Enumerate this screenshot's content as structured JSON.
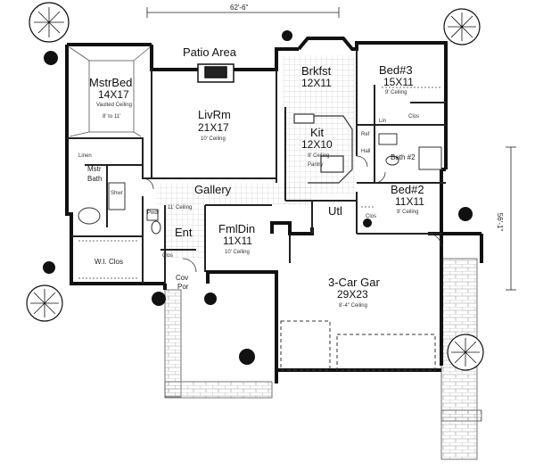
{
  "overall": {
    "width": "62'-6\"",
    "depth": "56'-1\""
  },
  "rooms": {
    "patio": {
      "name": "Patio Area"
    },
    "mstrbed": {
      "name": "MstrBed",
      "dims": "14X17",
      "note1": "Vaulted Ceiling",
      "note2": "8' to 11'"
    },
    "livrm": {
      "name": "LivRm",
      "dims": "21X17",
      "note": "10' Ceiling"
    },
    "brkfst": {
      "name": "Brkfst",
      "dims": "12X11"
    },
    "kit": {
      "name": "Kit",
      "dims": "12X10",
      "note": "9' Ceiling",
      "pantry": "Pantry"
    },
    "bed3": {
      "name": "Bed#3",
      "dims": "15X11",
      "note": "9' Ceiling"
    },
    "bed2": {
      "name": "Bed#2",
      "dims": "11X11",
      "note": "9' Ceiling"
    },
    "bath2": {
      "name": "Bath #2"
    },
    "mstrbath": {
      "name1": "Mstr",
      "name2": "Bath"
    },
    "linen": {
      "name": "Linen"
    },
    "shwr": {
      "name": "Shwr"
    },
    "wic": {
      "name": "W.I. Clos"
    },
    "gallery": {
      "name": "Gallery",
      "note": "11' Ceiling"
    },
    "powder": {
      "name": "Pwdr"
    },
    "ent": {
      "name": "Ent"
    },
    "fmldin": {
      "name": "FmlDin",
      "dims": "11X11",
      "note": "10' Ceiling"
    },
    "utl": {
      "name": "Utl"
    },
    "covpor": {
      "name1": "Cov",
      "name2": "Por"
    },
    "garage": {
      "name": "3-Car Gar",
      "dims": "29X23",
      "note": "8'-4\" Ceiling"
    },
    "clos": {
      "name": "Clos"
    },
    "hall": {
      "name": "Hall"
    },
    "ref": {
      "name": "Ref"
    },
    "lin2": {
      "name": "Lin"
    }
  }
}
